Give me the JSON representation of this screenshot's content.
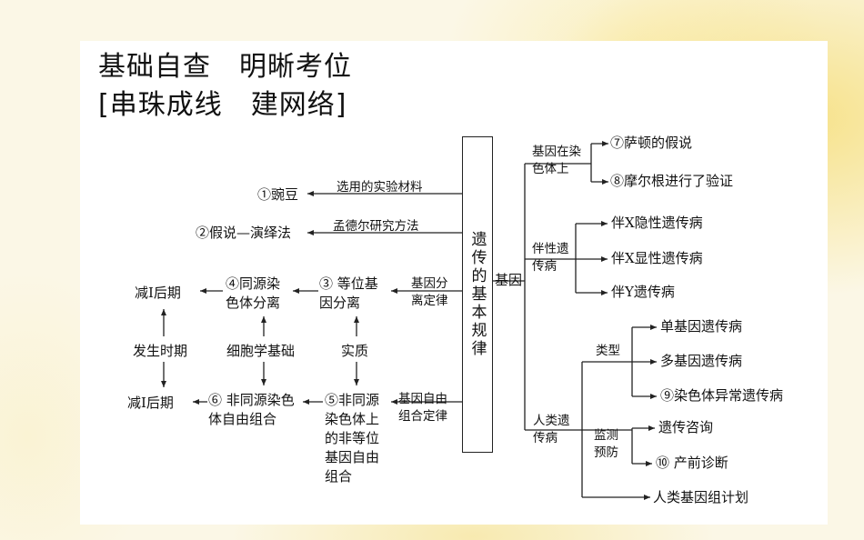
{
  "header": {
    "title_line1": "基础自查　明晰考位",
    "title_line2": "[串珠成线　建网络]"
  },
  "center": "遗传的基本规律",
  "left": {
    "material_arrow": "选用的实验材料",
    "material": "①豌豆",
    "method_arrow": "孟德尔研究方法",
    "method": "②假说—演绎法",
    "seg_law": "基因分离定律",
    "n3": "③ 等位基因分离",
    "n4": "④同源染色体分离",
    "meiosis_top": "减Ⅰ后期",
    "when": "发生时期",
    "cell_basis": "细胞学基础",
    "essence": "实质",
    "free_law": "基因自由组合定律",
    "n5": "⑤非同源染色体上的非等位基因自由组合",
    "n6": "⑥ 非同源染色体自由组合",
    "meiosis_bottom": "减Ⅰ后期"
  },
  "right": {
    "gene": "基因",
    "on_chrom": "基因在染色体上",
    "n7": "⑦萨顿的假说",
    "n8": "⑧摩尔根进行了验证",
    "sex_linked": "伴性遗传病",
    "x_recessive": "伴X隐性遗传病",
    "x_dominant": "伴X显性遗传病",
    "y_linked": "伴Y遗传病",
    "human": "人类遗传病",
    "types": "类型",
    "single": "单基因遗传病",
    "multi": "多基因遗传病",
    "n9": "⑨染色体异常遗传病",
    "monitor": "监测预防",
    "counsel": "遗传咨询",
    "n10": "⑩ 产前诊断",
    "genome": "人类基因组计划"
  }
}
